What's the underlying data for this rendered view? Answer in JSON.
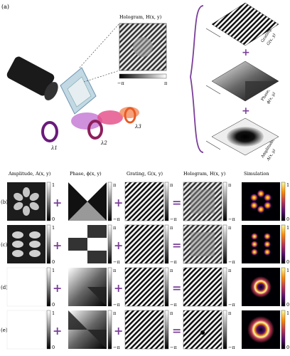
{
  "panel_a": {
    "label": "(a)",
    "hologram_title": "Hologram, H(x, y)",
    "hologram_min": "−π",
    "hologram_max": "π",
    "lambda_labels": [
      "λ1",
      "λ2",
      "λ3"
    ],
    "stack": [
      {
        "name": "Grating,",
        "sym": "G(x, y)"
      },
      {
        "name": "Phase,",
        "sym": "ϕ(x, y)"
      },
      {
        "name": "Amplitude,",
        "sym": "A(x, y)"
      }
    ],
    "plus": "+"
  },
  "grid": {
    "headers": [
      "Amplitude, A(x, y)",
      "Phase, ϕ(x, y)",
      "Grating, G(x, y)",
      "Hologram, H(x, y)",
      "Simulation"
    ],
    "row_labels": [
      "(b)",
      "(c)",
      "(d)",
      "(e)"
    ],
    "amp_scale": {
      "top": "1",
      "bottom": "0"
    },
    "phase_scale": {
      "top": "π",
      "bottom": "−π"
    },
    "sim_scale": {
      "top": "1",
      "bottom": "0"
    },
    "plus": "+",
    "equals": "="
  },
  "colors": {
    "accent_purple": "#7a3f98",
    "inferno_low": "#000004",
    "inferno_high": "#fcffa4"
  }
}
